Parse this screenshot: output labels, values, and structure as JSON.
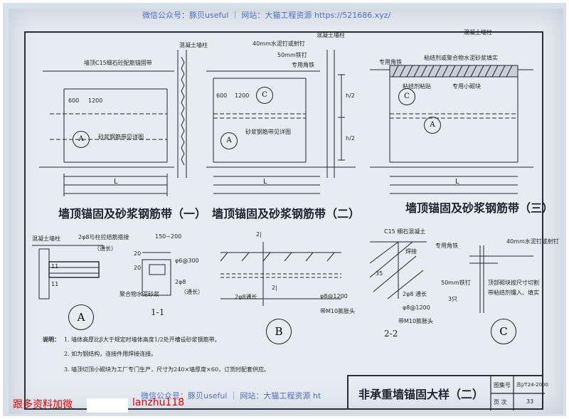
{
  "watermark": {
    "top": "微信公众号：豚贝useful ｜ 网站：大猫工程资源 https://521686.xyz/",
    "bottom": "微信公众号：豚贝useful ｜ 网站：大猫工程资源 ht"
  },
  "panels": {
    "p1": {
      "title": "墙顶锚固及砂浆钢筋带（一）",
      "labels": [
        "墙顶C15细石砼配筋锚固带",
        "混凝土墙柱",
        "砂浆钢筋带见详图",
        "600",
        "1200",
        "A",
        "L"
      ]
    },
    "p2": {
      "title": "墙顶锚固及砂浆钢筋带（二）",
      "labels": [
        "混凝土墙柱",
        "40mm水泥钉或射钉",
        "50mm铁钉",
        "专用角铁",
        "C",
        "600",
        "1200",
        "砂浆钢筋带见详图",
        "A",
        "h/2",
        "h/2",
        "L"
      ]
    },
    "p3": {
      "title": "墙顶锚固及砂浆钢筋带（三）",
      "labels": [
        "混凝土墙柱",
        "专用角铁",
        "粘结剂或聚合物水泥砂浆填实",
        "粘结剂粘贴",
        "专用小砌块",
        "C",
        "A",
        "L"
      ]
    }
  },
  "details": {
    "A": {
      "circle": "A",
      "labels": [
        "混凝土墙柱",
        "2φ8与柱拉结筋搭接",
        "（通长）",
        "11",
        "11"
      ]
    },
    "s11": {
      "circle": "1-1",
      "labels": [
        "150~200",
        "20",
        "20",
        "φ6@300",
        "2φ8",
        "（通长）",
        "聚合物水泥砂浆"
      ]
    },
    "B": {
      "circle": "B",
      "labels": [
        "2|",
        "2|",
        "2φ8通长",
        "φ8@1200",
        "带M10膨胀头"
      ]
    },
    "s22": {
      "circle": "2-2",
      "labels": [
        "C15 细石混凝土",
        "焊接",
        "35",
        "2φ8 通长",
        "φ8@1200",
        "带M10膨胀头"
      ]
    },
    "C": {
      "circle": "C",
      "labels": [
        "专用角铁",
        "40mm水泥钉或射钉",
        "50mm铁钉",
        "3只",
        "顶部砌块按尺寸切割",
        "带粘结剂镶入、填实"
      ]
    }
  },
  "notes": {
    "heading": "说明：",
    "items": [
      "1. 墙体高厚比β大于规定时墙体高度1/2处开槽设砂浆钢筋带。",
      "2. 如为钢结构，连接件用焊接连接。",
      "3. 墙顶切顶小砌块为工厂专门生产，尺寸为240×墙厚度×60，订货时配套供应。"
    ]
  },
  "title_block": {
    "main_title": "非承重墙锚固大样（二）",
    "atlas_label": "图集号",
    "atlas_value": "苏J/T24-2000",
    "page_label": "页 次",
    "page_value": "33"
  },
  "footer": {
    "left_text": "跟多资料加微",
    "right_text": "lanzhu118"
  }
}
